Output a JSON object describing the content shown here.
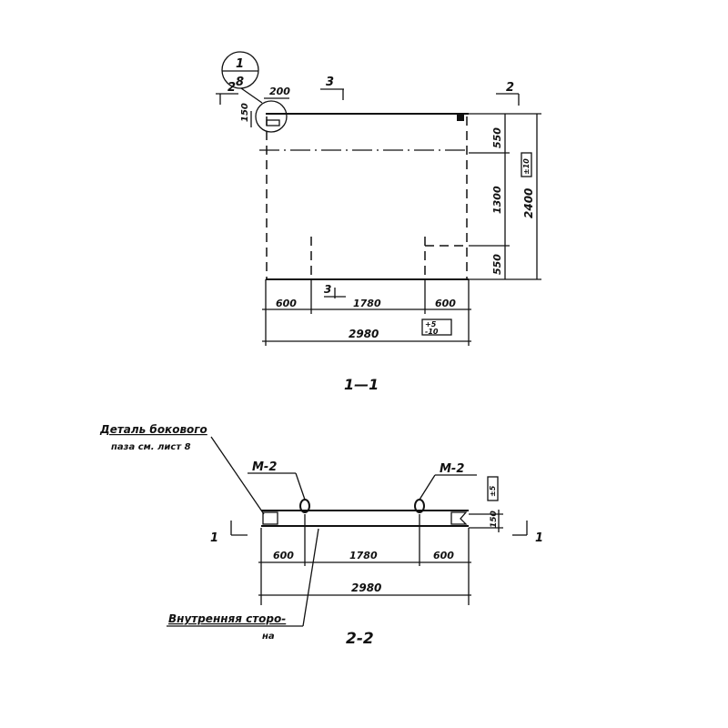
{
  "plan": {
    "callout": {
      "top": "1",
      "bottom": "8"
    },
    "section_marks": {
      "left": "2",
      "right": "2",
      "top": "3",
      "bottom": "3"
    },
    "dim_200": "200",
    "dim_150": "150",
    "right_dims": [
      "550",
      "1300",
      "550"
    ],
    "overall_height": "2400",
    "height_tolerance": "±10",
    "bottom_dims": [
      "600",
      "1780",
      "600"
    ],
    "overall_width": "2980",
    "width_tolerance_plus": "+5",
    "width_tolerance_minus": "-10",
    "title": "1—1"
  },
  "section": {
    "note_top_line1": "Деталь бокового",
    "note_top_line2": "паза см. лист 8",
    "mark_left": "М-2",
    "mark_right": "М-2",
    "dim_150": "150",
    "thickness_tolerance": "±5",
    "cut_left": "1",
    "cut_right": "1",
    "bottom_dims": [
      "600",
      "1780",
      "600"
    ],
    "overall_width": "2980",
    "note_bottom_line1": "Внутренняя сторо-",
    "note_bottom_line2": "на",
    "title": "2-2"
  }
}
